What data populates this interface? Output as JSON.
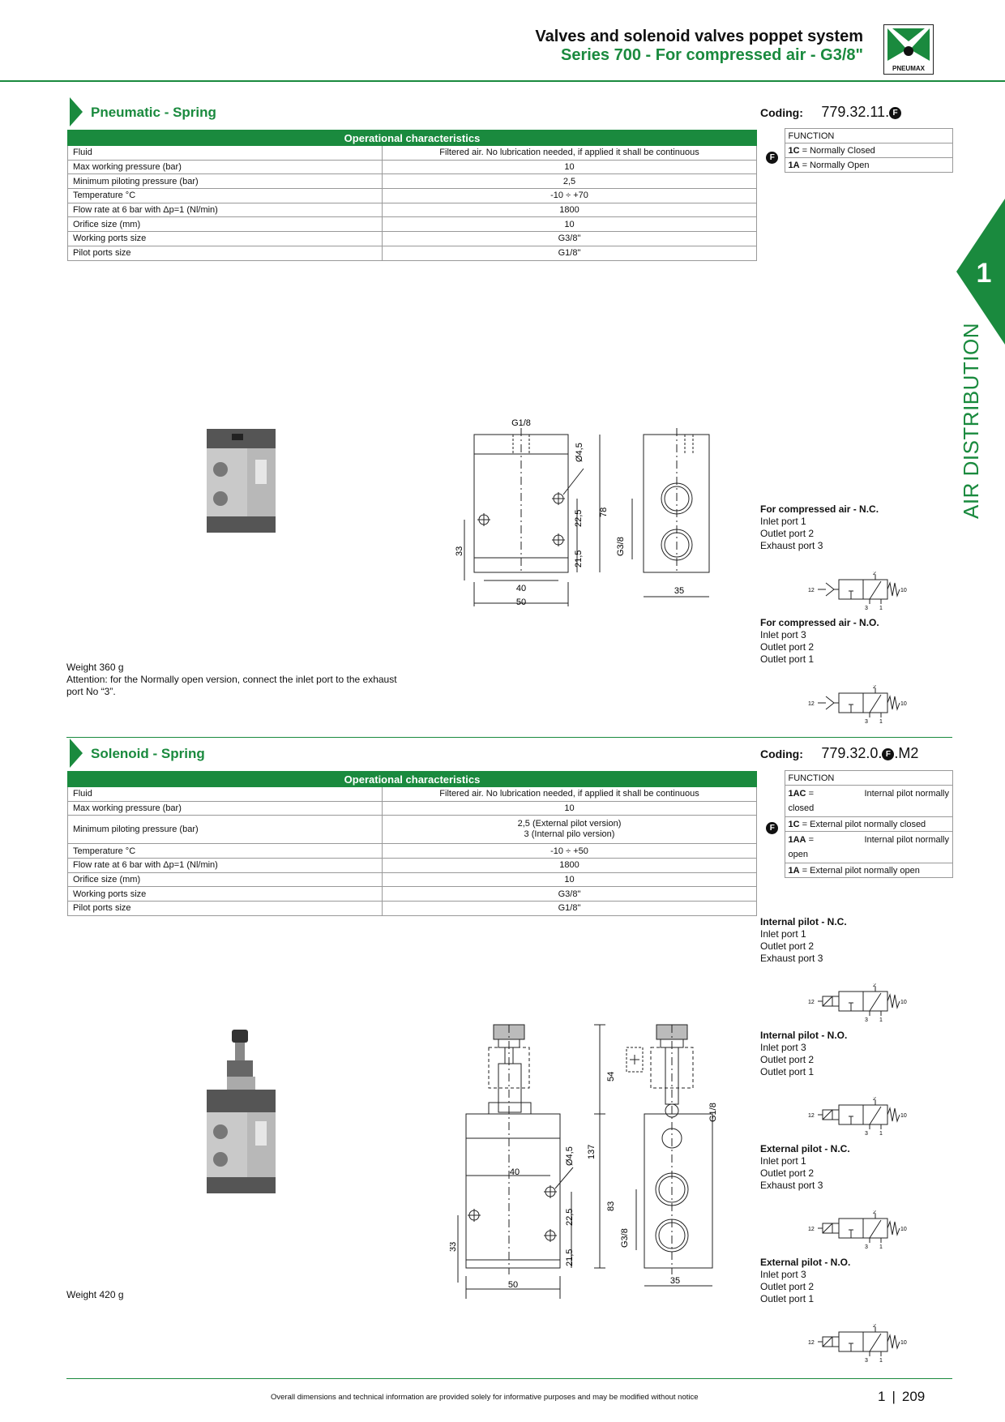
{
  "header": {
    "title": "Valves and solenoid valves poppet system",
    "subtitle": "Series 700 - For compressed air - G3/8\"",
    "logo_text": "PNEUMAX"
  },
  "side_tab": {
    "number": "1",
    "label": "AIR DISTRIBUTION"
  },
  "section1": {
    "title": "Pneumatic - Spring",
    "coding_label": "Coding:",
    "coding_value": "779.32.11.",
    "coding_suffix": "",
    "table_header": "Operational characteristics",
    "rows": [
      {
        "label": "Fluid",
        "value": "Filtered air. No lubrication needed, if applied it shall be continuous"
      },
      {
        "label": "Max working pressure (bar)",
        "value": "10"
      },
      {
        "label": "Minimum piloting pressure (bar)",
        "value": "2,5"
      },
      {
        "label": "Temperature °C",
        "value": "-10 ÷ +70"
      },
      {
        "label": "Flow rate at 6 bar with Δp=1 (Nl/min)",
        "value": "1800"
      },
      {
        "label": "Orifice size (mm)",
        "value": "10"
      },
      {
        "label": "Working ports size",
        "value": "G3/8\""
      },
      {
        "label": "Pilot ports size",
        "value": "G1/8\""
      }
    ],
    "function_header": "FUNCTION",
    "functions": [
      {
        "code": "1C",
        "text": "Normally Closed"
      },
      {
        "code": "1A",
        "text": "Normally Open"
      }
    ],
    "weight": "Weight 360 g",
    "attention": "Attention: for the Normally open version, connect the inlet port  to the exhaust port No “3”.",
    "port_lists": [
      {
        "title": "For compressed air - N.C.",
        "lines": [
          "Inlet port 1",
          "Outlet port 2",
          "Exhaust port 3"
        ]
      },
      {
        "title": "For compressed air - N.O.",
        "lines": [
          "Inlet port 3",
          "Outlet port 2",
          "Outlet port 1"
        ]
      }
    ],
    "dims": {
      "g18": "G1/8",
      "d45": "Ø4,5",
      "d225": "22,5",
      "d215": "21,5",
      "d33": "33",
      "d40": "40",
      "d50": "50",
      "d78": "78",
      "g38": "G3/8",
      "d35": "35"
    }
  },
  "section2": {
    "title": "Solenoid - Spring",
    "coding_label": "Coding:",
    "coding_value": "779.32.0.",
    "coding_suffix": ".M2",
    "table_header": "Operational characteristics",
    "rows": [
      {
        "label": "Fluid",
        "value": "Filtered air. No lubrication needed, if applied it shall be continuous"
      },
      {
        "label": "Max working pressure (bar)",
        "value": "10"
      },
      {
        "label": "Minimum piloting pressure (bar)",
        "value": "2,5 (External pilot version)",
        "value2": "3 (Internal pilo version)"
      },
      {
        "label": "Temperature °C",
        "value": "-10 ÷ +50"
      },
      {
        "label": "Flow rate at 6 bar with Δp=1 (Nl/min)",
        "value": "1800"
      },
      {
        "label": "Orifice size (mm)",
        "value": "10"
      },
      {
        "label": "Working ports size",
        "value": "G3/8\""
      },
      {
        "label": "Pilot ports size",
        "value": "G1/8\""
      }
    ],
    "function_header": "FUNCTION",
    "functions": [
      {
        "code": "1AC",
        "text": "Internal pilot normally",
        "cont": "closed"
      },
      {
        "code": "1C",
        "text": "External pilot normally closed"
      },
      {
        "code": "1AA",
        "text": "Internal pilot normally",
        "cont": "open"
      },
      {
        "code": "1A",
        "text": "External pilot normally open"
      }
    ],
    "weight": "Weight 420 g",
    "port_lists": [
      {
        "title": "Internal pilot - N.C.",
        "lines": [
          "Inlet port 1",
          "Outlet port 2",
          "Exhaust port 3"
        ]
      },
      {
        "title": "Internal pilot - N.O.",
        "lines": [
          "Inlet port 3",
          "Outlet port 2",
          "Outlet port 1"
        ]
      },
      {
        "title": "External pilot - N.C.",
        "lines": [
          "Inlet port 1",
          "Outlet port 2",
          "Exhaust port 3"
        ]
      },
      {
        "title": "External pilot - N.O.",
        "lines": [
          "Inlet port 3",
          "Outlet port 2",
          "Outlet port 1"
        ]
      }
    ],
    "dims": {
      "d54": "54",
      "d137": "137",
      "d83": "83",
      "g18": "G1/8",
      "d45": "Ø4,5",
      "d225": "22,5",
      "d215": "21,5",
      "d33": "33",
      "d40": "40",
      "d50": "50",
      "g38": "G3/8",
      "d35": "35"
    }
  },
  "symbol_labels": {
    "p12": "12",
    "p10": "10",
    "p2": "2",
    "p3": "3",
    "p1": "1"
  },
  "function_icon": "F",
  "footer": {
    "note": "Overall dimensions and technical information are provided solely for informative purposes and may be modified without notice",
    "chapter": "1",
    "page": "209"
  },
  "colors": {
    "accent": "#1a8a3e"
  }
}
